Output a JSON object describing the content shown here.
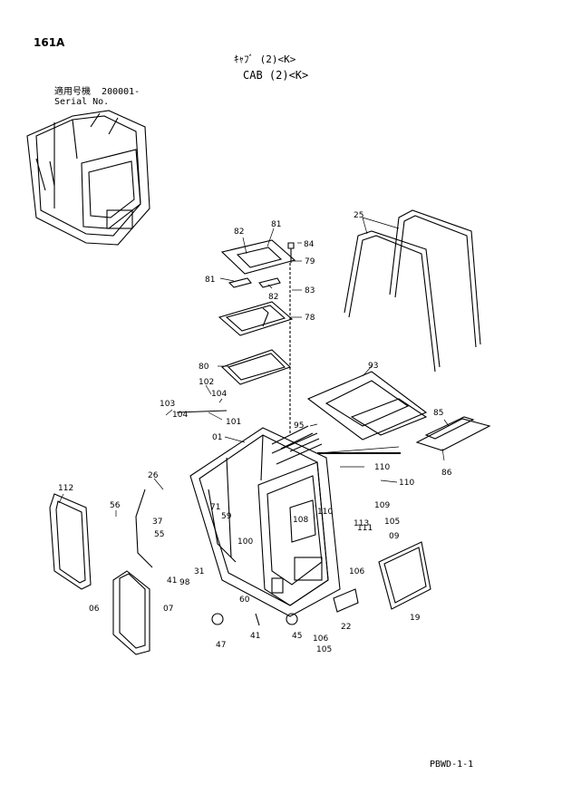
{
  "page_number": "161A",
  "title_ja": "ｷｬﾌﾞ (2)<K>",
  "title_en": "CAB (2)<K>",
  "serial_label_ja": "適用号機",
  "serial_value": "200001-",
  "serial_label_en": "Serial No.",
  "footer_code": "PBWD-1-1",
  "callouts": [
    "82",
    "81",
    "84",
    "79",
    "81",
    "82",
    "83",
    "78",
    "80",
    "102",
    "104",
    "103",
    "104",
    "101",
    "95",
    "93",
    "25",
    "85",
    "86",
    "01",
    "26",
    "110",
    "110",
    "112",
    "56",
    "71",
    "59",
    "37",
    "55",
    "100",
    "108",
    "110",
    "111",
    "113",
    "109",
    "105",
    "41",
    "98",
    "31",
    "60",
    "106",
    "09",
    "06",
    "07",
    "22",
    "19",
    "47",
    "41",
    "45",
    "106",
    "105"
  ]
}
